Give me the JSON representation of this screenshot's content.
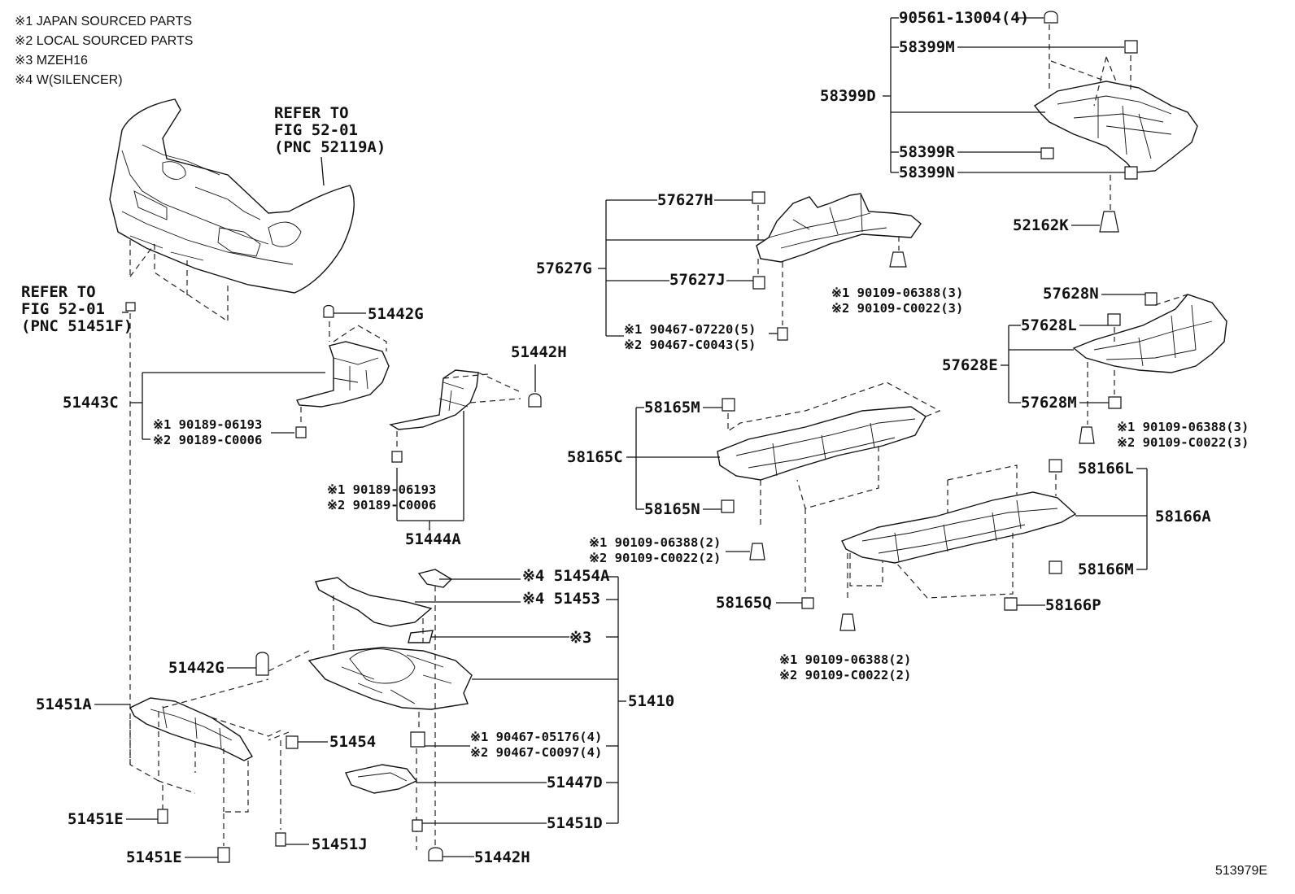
{
  "notes": [
    "※1 JAPAN SOURCED PARTS",
    "※2 LOCAL SOURCED PARTS",
    "※3 MZEH16",
    "※4 W(SILENCER)"
  ],
  "refs": {
    "bumper_ref": [
      "REFER TO",
      "FIG 52-01",
      "(PNC 52119A)"
    ],
    "clip_ref": [
      "REFER TO",
      "FIG 52-01",
      "(PNC 51451F)"
    ]
  },
  "labels": {
    "p90561": "90561-13004(4)",
    "p58399M": "58399M",
    "p58399D": "58399D",
    "p58399R": "58399R",
    "p58399N": "58399N",
    "p52162K": "52162K",
    "p57627H": "57627H",
    "p57627G": "57627G",
    "p57627J": "57627J",
    "p57627s1a": "※1 90467-07220(5)",
    "p57627s2a": "※2 90467-C0043(5)",
    "p57627s1b": "※1 90109-06388(3)",
    "p57627s2b": "※2 90109-C0022(3)",
    "p57628N": "57628N",
    "p57628L": "57628L",
    "p57628E": "57628E",
    "p57628M": "57628M",
    "p57628s1": "※1 90109-06388(3)",
    "p57628s2": "※2 90109-C0022(3)",
    "p51442G_top": "51442G",
    "p51442H_top": "51442H",
    "p51443C": "51443C",
    "p51443s1": "※1 90189-06193",
    "p51443s2": "※2 90189-C0006",
    "p51444s1": "※1 90189-06193",
    "p51444s2": "※2 90189-C0006",
    "p51444A": "51444A",
    "p58165M": "58165M",
    "p58165C": "58165C",
    "p58165N": "58165N",
    "p58165s1": "※1 90109-06388(2)",
    "p58165s2": "※2 90109-C0022(2)",
    "p58165Q": "58165Q",
    "p58166L": "58166L",
    "p58166A": "58166A",
    "p58166M": "58166M",
    "p58166P": "58166P",
    "p58166s1": "※1 90109-06388(2)",
    "p58166s2": "※2 90109-C0022(2)",
    "p51454A": "※4 51454A",
    "p51453": "※4 51453",
    "p3": "※3",
    "p51410": "51410",
    "p51442G_mid": "51442G",
    "p51451A": "51451A",
    "p51454": "51454",
    "p51410s1": "※1 90467-05176(4)",
    "p51410s2": "※2 90467-C0097(4)",
    "p51447D": "51447D",
    "p51451D": "51451D",
    "p51451E_a": "51451E",
    "p51451J": "51451J",
    "p51451E_b": "51451E",
    "p51442H_bot": "51442H"
  },
  "figure_id": "513979E"
}
